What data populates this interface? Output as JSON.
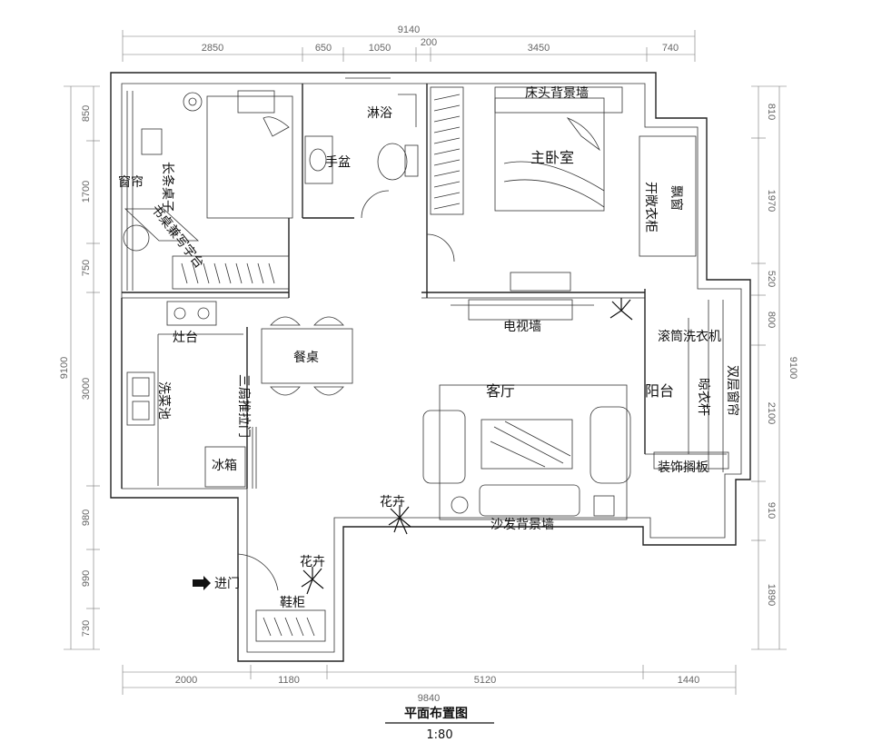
{
  "dimensions": {
    "top_total": "9140",
    "top_segments": [
      "2850",
      "650",
      "1050",
      "200",
      "3450",
      "740"
    ],
    "bottom_total": "9840",
    "bottom_segments": [
      "2000",
      "1180",
      "5120",
      "1440"
    ],
    "left_total": "9100",
    "left_segments": [
      "850",
      "1700",
      "750",
      "3000",
      "980",
      "990",
      "730"
    ],
    "right_total": "9100",
    "right_segments": [
      "810",
      "1970",
      "520",
      "800",
      "2100",
      "910",
      "1890"
    ]
  },
  "rooms": {
    "curtain": "窗帘",
    "long_table": "长条桌子",
    "study_desk": "书桌兼写字台",
    "shower": "淋浴",
    "basin": "手盆",
    "headboard_wall": "床头背景墙",
    "master_bedroom": "主卧室",
    "bay_window": "飘窗",
    "wardrobe": "开敞衣柜",
    "stove": "灶台",
    "dining_table": "餐桌",
    "tv_wall": "电视墙",
    "drum_washer": "滚筒洗衣机",
    "sink": "洗菜池",
    "sliding_door": "三扇推拉门",
    "living_room": "客厅",
    "balcony": "阳台",
    "double_curtain": "双层窗帘",
    "drying_rack": "晾衣杆",
    "fridge": "冰箱",
    "decor_shelf": "装饰搁板",
    "flower1": "花卉",
    "sofa_wall": "沙发背景墙",
    "flower2": "花卉",
    "entrance": "进门",
    "shoe_cabinet": "鞋柜"
  },
  "footer": {
    "title": "平面布置图",
    "scale": "1:80"
  }
}
